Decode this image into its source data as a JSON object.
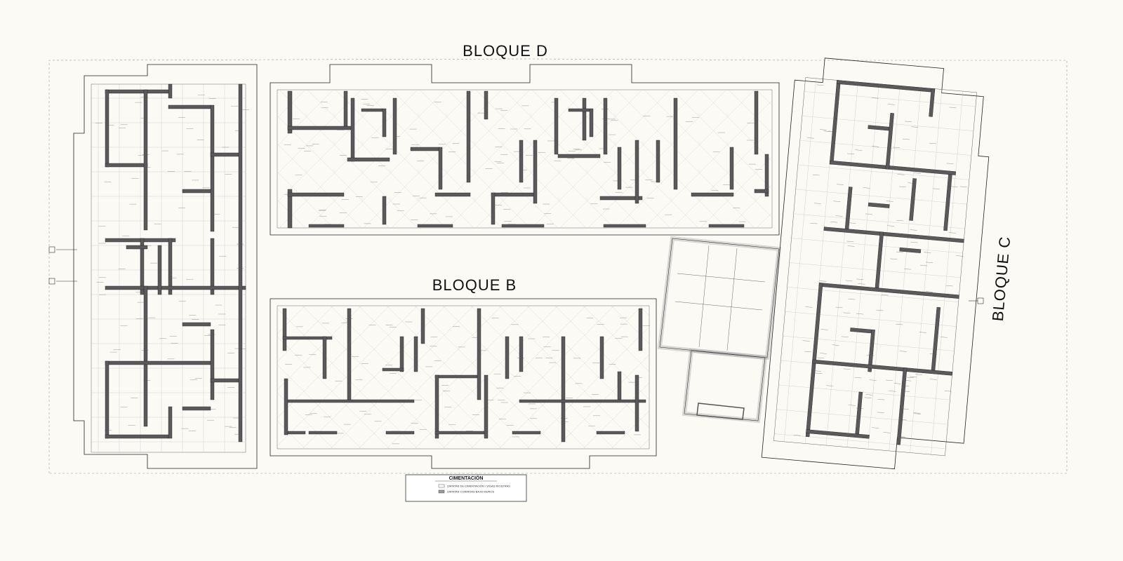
{
  "blocks": {
    "d_title": "BLOQUE  D",
    "b_title": "BLOQUE  B",
    "c_title": "BLOQUE  C"
  },
  "legend": {
    "title": "CIMENTACIÓN",
    "items": [
      {
        "text": "ZAPATAS DE CIMENTACIÓN / VIGAS RIOSTRAS",
        "swatch": "#ffffff"
      },
      {
        "text": "ZAPATAS CORRIDAS BAJO MUROS",
        "swatch": "#9a9a9a"
      }
    ]
  },
  "colors": {
    "background": "#fbfaf5",
    "wall": "#555555",
    "line": "#222222"
  }
}
